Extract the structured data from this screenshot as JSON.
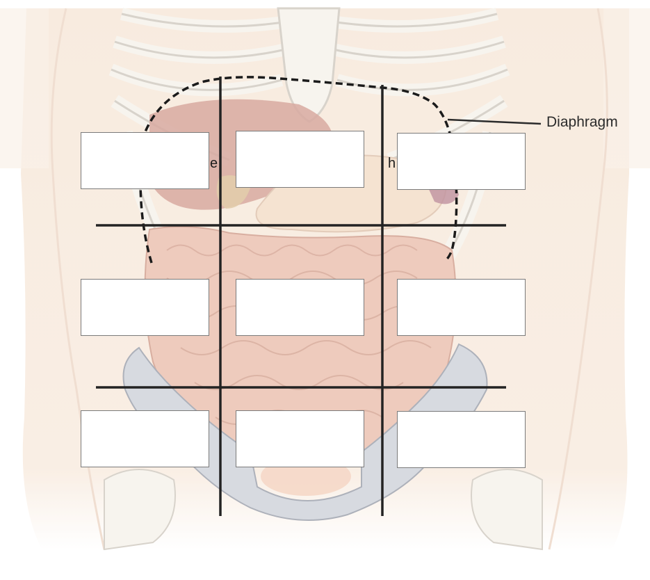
{
  "diagram": {
    "callout": "Diaphragm",
    "colors": {
      "skin": "#f7e6d6",
      "skin_shadow": "#ead0bb",
      "bone": "#f3efe6",
      "bone_outline": "#b9b2a8",
      "liver": "#c98a7c",
      "stomach": "#f0d5bc",
      "intestine": "#e7b6a3",
      "intestine_outline": "#c98f7c",
      "pelvis": "#c9cdd6",
      "grid_line": "#2a2a2a",
      "box_border": "#7a7a7a"
    },
    "label_boxes": [
      {
        "row": 1,
        "col": 1,
        "text": ""
      },
      {
        "row": 1,
        "col": 2,
        "text": ""
      },
      {
        "row": 1,
        "col": 3,
        "text": ""
      },
      {
        "row": 2,
        "col": 1,
        "text": ""
      },
      {
        "row": 2,
        "col": 2,
        "text": ""
      },
      {
        "row": 2,
        "col": 3,
        "text": ""
      },
      {
        "row": 3,
        "col": 1,
        "text": ""
      },
      {
        "row": 3,
        "col": 2,
        "text": ""
      },
      {
        "row": 3,
        "col": 3,
        "text": ""
      }
    ]
  }
}
